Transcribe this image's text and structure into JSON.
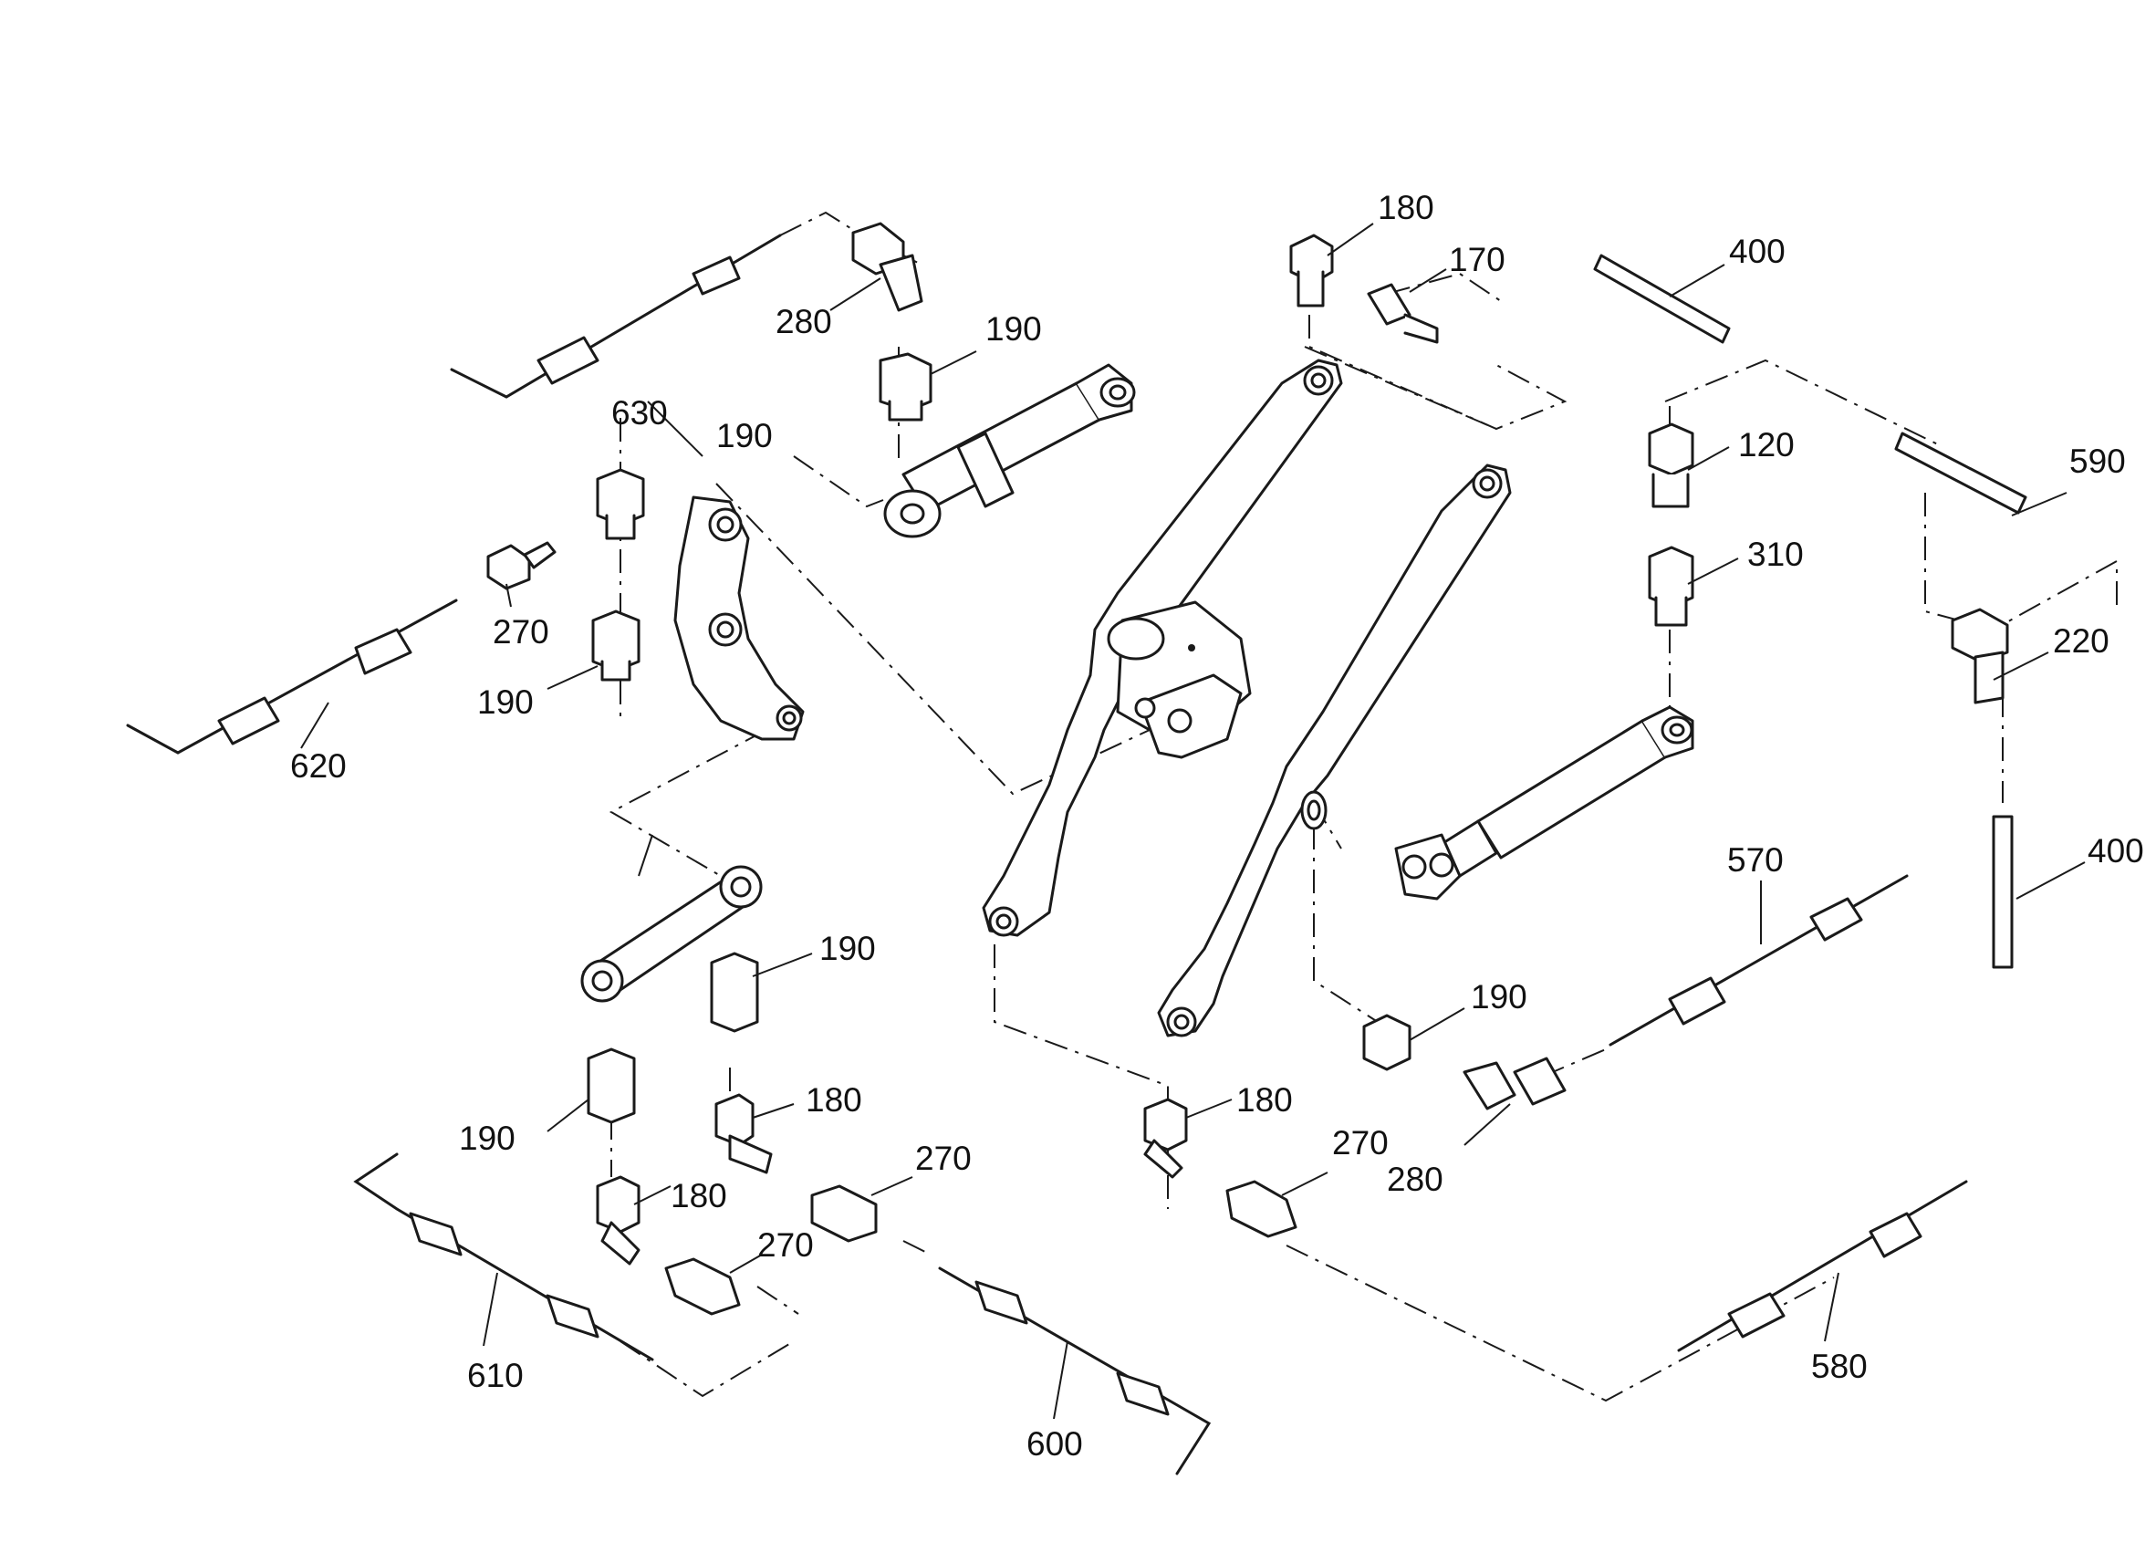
{
  "labels": [
    {
      "id": "180-a",
      "text": "180"
    },
    {
      "id": "170",
      "text": "170"
    },
    {
      "id": "400-a",
      "text": "400"
    },
    {
      "id": "280-a",
      "text": "280"
    },
    {
      "id": "190-a",
      "text": "190"
    },
    {
      "id": "630",
      "text": "630"
    },
    {
      "id": "190-b",
      "text": "190"
    },
    {
      "id": "270-a",
      "text": "270"
    },
    {
      "id": "190-c",
      "text": "190"
    },
    {
      "id": "620",
      "text": "620"
    },
    {
      "id": "120",
      "text": "120"
    },
    {
      "id": "590",
      "text": "590"
    },
    {
      "id": "310",
      "text": "310"
    },
    {
      "id": "220",
      "text": "220"
    },
    {
      "id": "570",
      "text": "570"
    },
    {
      "id": "400-b",
      "text": "400"
    },
    {
      "id": "190-d",
      "text": "190"
    },
    {
      "id": "190-e",
      "text": "190"
    },
    {
      "id": "180-b",
      "text": "180"
    },
    {
      "id": "190-f",
      "text": "190"
    },
    {
      "id": "180-c",
      "text": "180"
    },
    {
      "id": "180-d",
      "text": "180"
    },
    {
      "id": "270-b",
      "text": "270"
    },
    {
      "id": "270-c",
      "text": "270"
    },
    {
      "id": "280-b",
      "text": "280"
    },
    {
      "id": "270-d",
      "text": "270"
    },
    {
      "id": "610",
      "text": "610"
    },
    {
      "id": "600",
      "text": "600"
    },
    {
      "id": "580",
      "text": "580"
    }
  ]
}
